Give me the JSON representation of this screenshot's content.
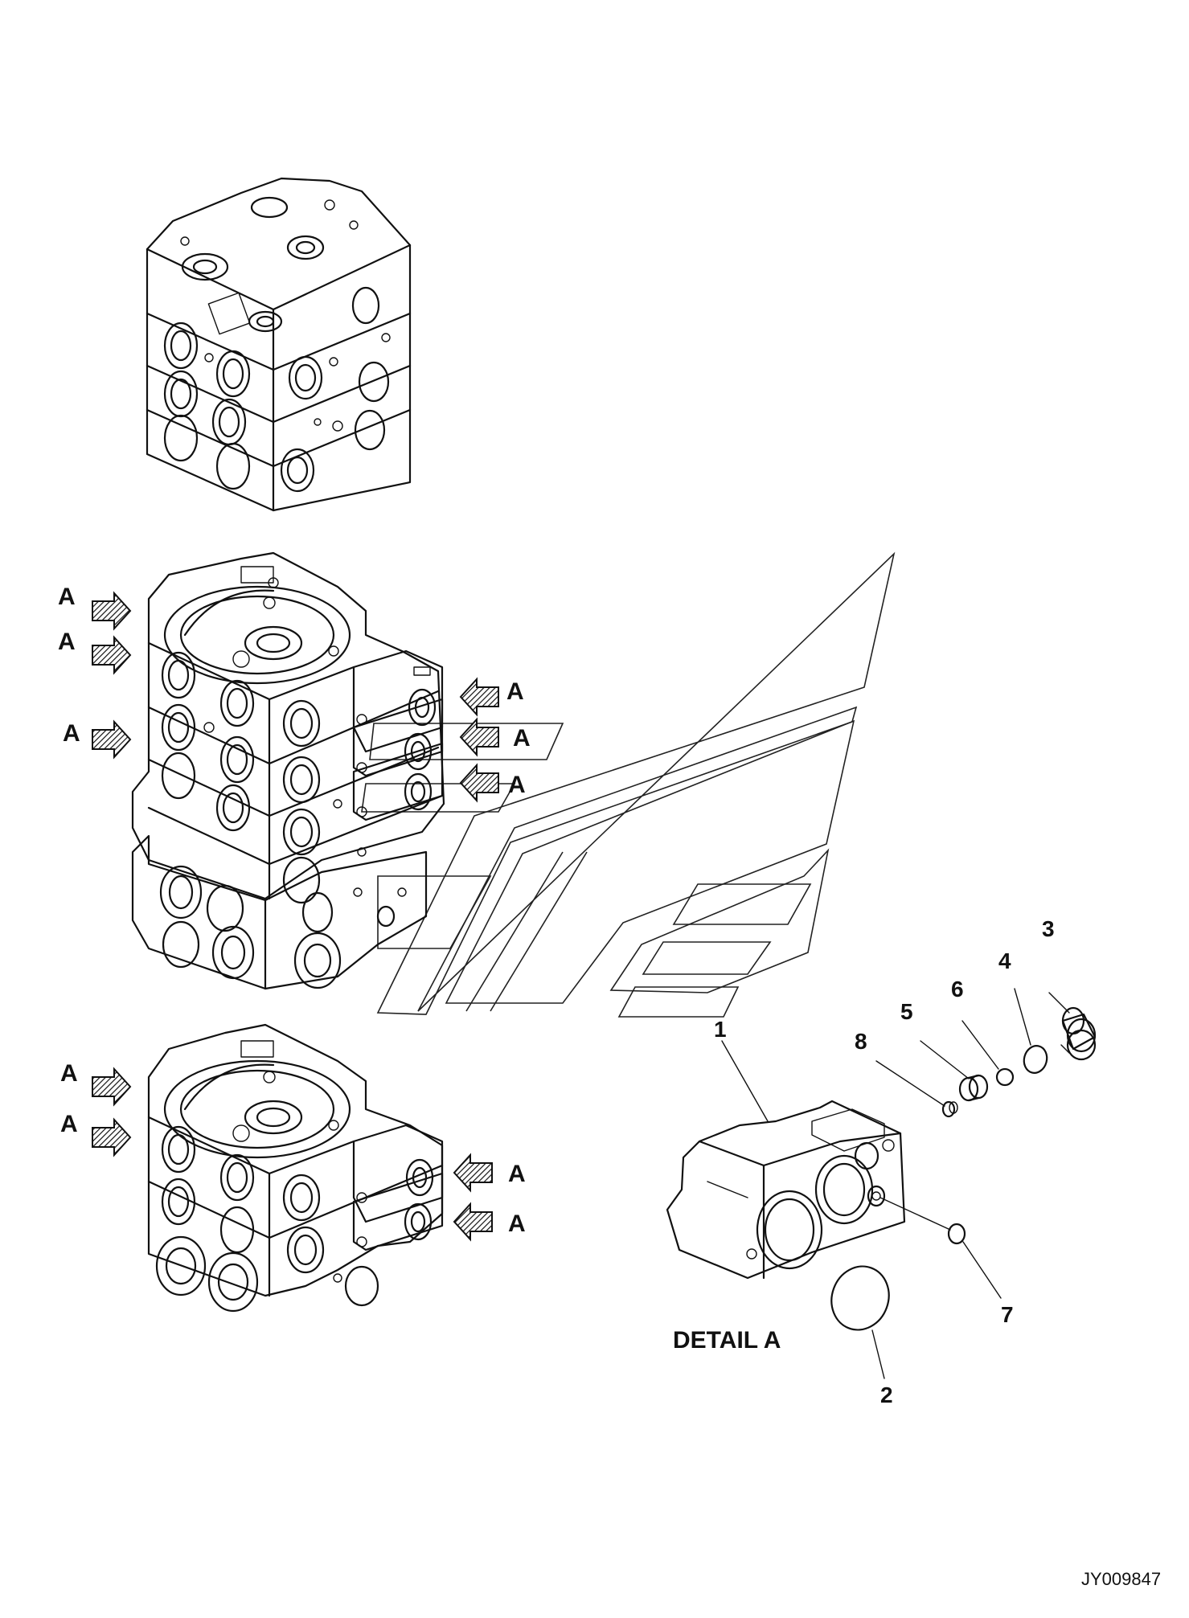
{
  "view_label": "A",
  "detail_label": "DETAIL A",
  "part_numbers": [
    "1",
    "2",
    "3",
    "4",
    "5",
    "6",
    "7",
    "8"
  ],
  "drawing_code": "JY009847"
}
